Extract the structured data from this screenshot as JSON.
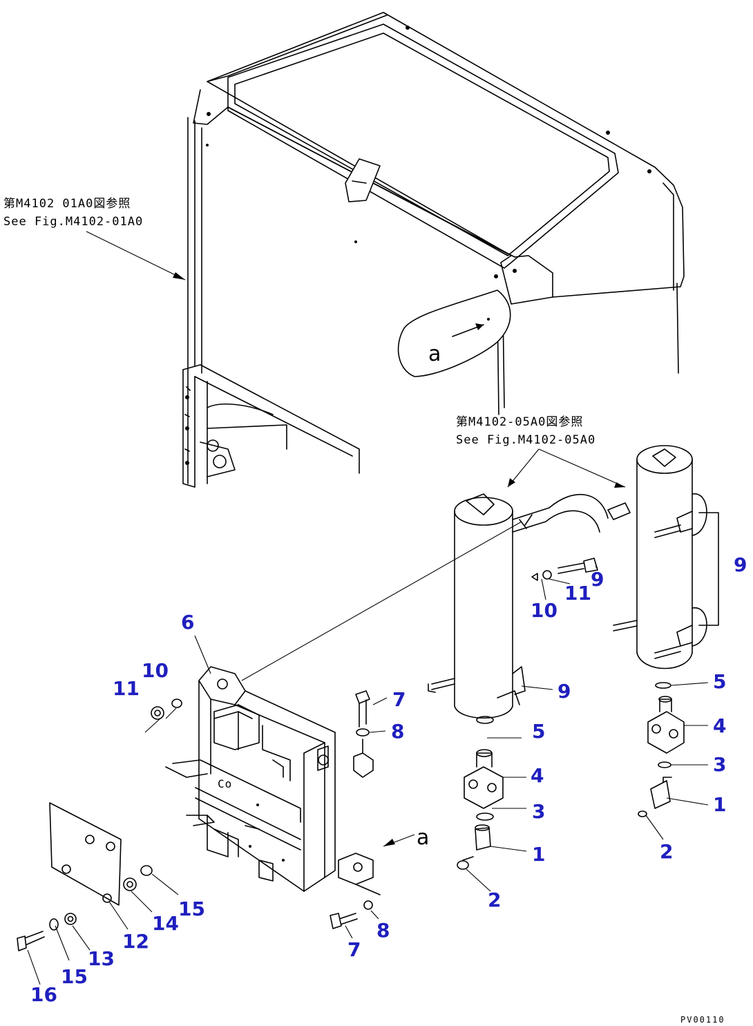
{
  "references": {
    "ref1_jp": "第M4102 01A0図参照",
    "ref1_en": "See Fig.M4102-01A0",
    "ref2_jp": "第M4102-05A0図参照",
    "ref2_en": "See Fig.M4102-05A0"
  },
  "view_tag": "a",
  "callouts": {
    "c1a": "1",
    "c1b": "1",
    "c2a": "2",
    "c2b": "2",
    "c3a": "3",
    "c3b": "3",
    "c4a": "4",
    "c4b": "4",
    "c5a": "5",
    "c5b": "5",
    "c6": "6",
    "c7a": "7",
    "c7b": "7",
    "c8a": "8",
    "c8b": "8",
    "c9a": "9",
    "c9b": "9",
    "c9c": "9",
    "c10a": "10",
    "c10b": "10",
    "c11a": "11",
    "c11b": "11",
    "c12": "12",
    "c13": "13",
    "c14": "14",
    "c15a": "15",
    "c15b": "15",
    "c16": "16"
  },
  "figure_code": "PV00110",
  "colors": {
    "callout": "#1f1fbf",
    "line": "#000000"
  }
}
